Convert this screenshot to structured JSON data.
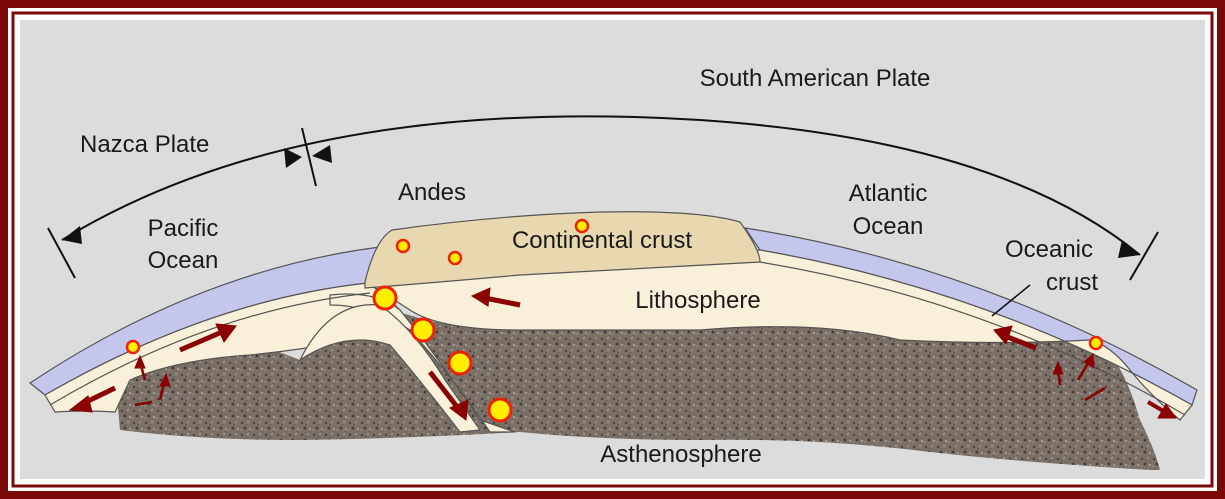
{
  "labels": {
    "south_american_plate": "South American Plate",
    "nazca_plate": "Nazca Plate",
    "andes": "Andes",
    "pacific_ocean_line1": "Pacific",
    "pacific_ocean_line2": "Ocean",
    "atlantic_ocean_line1": "Atlantic",
    "atlantic_ocean_line2": "Ocean",
    "oceanic_crust_line1": "Oceanic",
    "oceanic_crust_line2": "crust",
    "continental_crust": "Continental crust",
    "lithosphere": "Lithosphere",
    "asthenosphere": "Asthenosphere"
  },
  "colors": {
    "frame": "#7a0a0a",
    "background": "#dcdcdc",
    "ocean_water": "#c4c6ec",
    "lithosphere": "#f8f0d8",
    "continental_crust": "#e8d8b0",
    "asthenosphere": "#7a7068",
    "arrow": "#8b0000",
    "volcano_core": "#ffee00",
    "volcano_edge": "#ee2200"
  }
}
